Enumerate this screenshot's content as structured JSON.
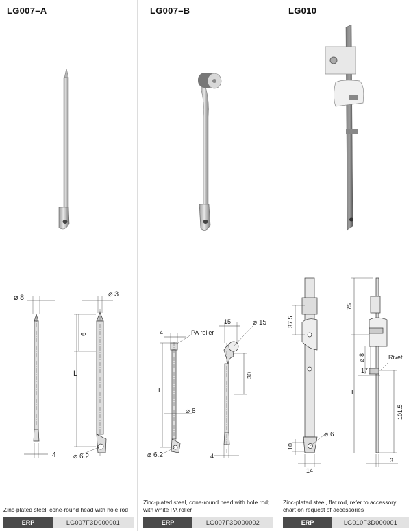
{
  "products": [
    {
      "title": "LG007–A",
      "description": "Zinc-plated steel, cone-round head with hole rod",
      "erp_label": "ERP",
      "erp_code": "LG007F3D000001",
      "dims": {
        "d1": "8",
        "d2": "3",
        "len1": "6",
        "len2": "L",
        "w": "4",
        "hole": "6.2"
      }
    },
    {
      "title": "LG007–B",
      "description": "Zinc-plated steel, cone-round head with hole rod; with white PA roller",
      "erp_label": "ERP",
      "erp_code": "LG007F3D000002",
      "dims": {
        "w1": "4",
        "roller": "PA roller",
        "len": "L",
        "d1": "8",
        "hole": "6.2",
        "w2": "15",
        "d2": "15",
        "h": "30",
        "w3": "4"
      }
    },
    {
      "title": "LG010",
      "description": "Zinc-plated steel, flat rod, refer to accessory chart on request of accessories",
      "erp_label": "ERP",
      "erp_code": "LG010F3D000001",
      "dims": {
        "a": "37.5",
        "b": "75",
        "d1": "8",
        "rivet": "Rivet",
        "c": "17",
        "len": "L",
        "e": "101.5",
        "hole": "6",
        "f": "10",
        "g": "14",
        "h": "3"
      }
    }
  ]
}
